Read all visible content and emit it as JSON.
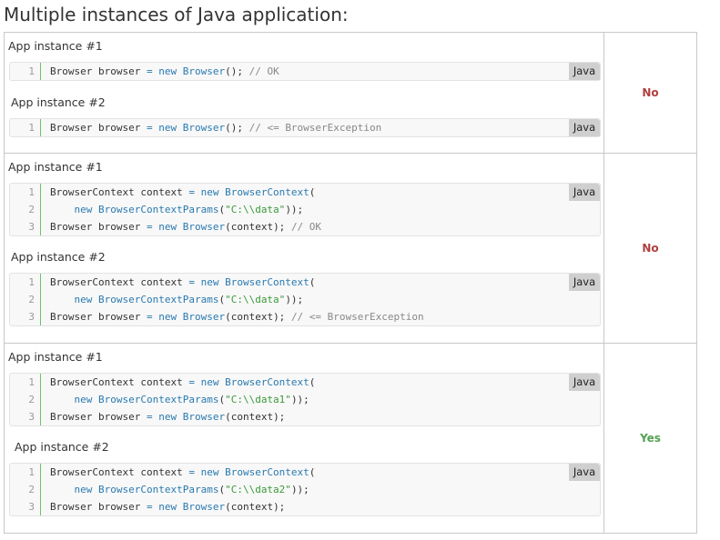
{
  "heading": "Multiple instances of Java application:",
  "lang_label": "Java",
  "rows": [
    {
      "result": "No",
      "instances": [
        {
          "label": "App instance #1",
          "lines": [
            [
              "1",
              "Browser browser = new Browser(); // OK"
            ]
          ]
        },
        {
          "label": "App instance #2",
          "lines": [
            [
              "1",
              "Browser browser = new Browser(); // <= BrowserException"
            ]
          ]
        }
      ]
    },
    {
      "result": "No",
      "instances": [
        {
          "label": "App instance #1",
          "lines": [
            [
              "1",
              "BrowserContext context = new BrowserContext("
            ],
            [
              "2",
              "    new BrowserContextParams(\"C:\\\\data\"));"
            ],
            [
              "3",
              "Browser browser = new Browser(context); // OK"
            ]
          ]
        },
        {
          "label": "App instance #2",
          "lines": [
            [
              "1",
              "BrowserContext context = new BrowserContext("
            ],
            [
              "2",
              "    new BrowserContextParams(\"C:\\\\data\"));"
            ],
            [
              "3",
              "Browser browser = new Browser(context); // <= BrowserException"
            ]
          ]
        }
      ]
    },
    {
      "result": "Yes",
      "instances": [
        {
          "label": "App instance #1",
          "lines": [
            [
              "1",
              "BrowserContext context = new BrowserContext("
            ],
            [
              "2",
              "    new BrowserContextParams(\"C:\\\\data1\"));"
            ],
            [
              "3",
              "Browser browser = new Browser(context);"
            ]
          ]
        },
        {
          "label": "App instance #2",
          "lines": [
            [
              "1",
              "BrowserContext context = new BrowserContext("
            ],
            [
              "2",
              "    new BrowserContextParams(\"C:\\\\data2\"));"
            ],
            [
              "3",
              "Browser browser = new Browser(context);"
            ]
          ]
        }
      ]
    }
  ]
}
